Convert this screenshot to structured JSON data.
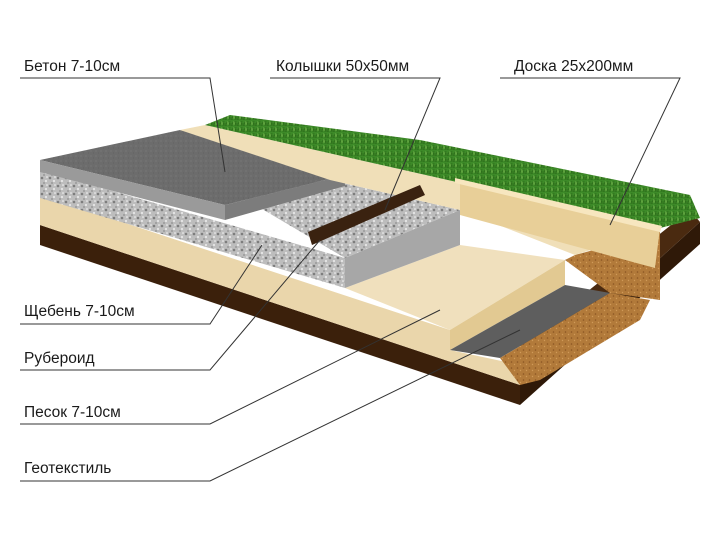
{
  "labels": {
    "concrete": "Бетон 7-10см",
    "stakes": "Колышки 50х50мм",
    "board": "Доска 25х200мм",
    "gravel": "Щебень 7-10см",
    "roofing": "Рубероид",
    "sand": "Песок 7-10см",
    "geotextile": "Геотекстиль"
  },
  "colors": {
    "soil_dark": "#4a2a10",
    "soil_side": "#3a200c",
    "sand": "#ecd9b0",
    "sand_light": "#f2e4c4",
    "gravel": "#b9b9b9",
    "concrete_top": "#6e6e6e",
    "concrete_side": "#8a8a8a",
    "board": "#e8cf98",
    "grass": "#3f8a2a",
    "roofing": "#5a5a5a",
    "loose_soil": "#b07a38",
    "leader": "#333333"
  }
}
